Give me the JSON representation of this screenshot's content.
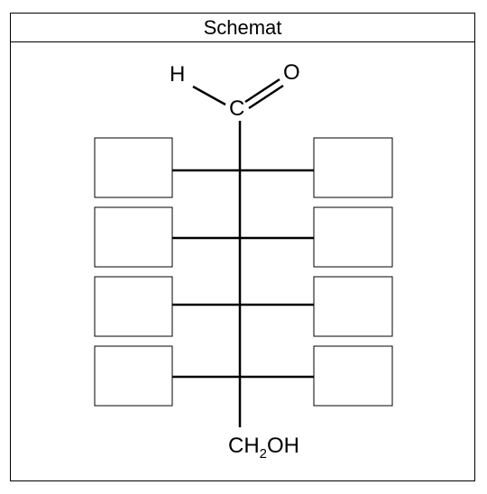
{
  "header": {
    "title": "Schemat"
  },
  "molecule": {
    "top_h": "H",
    "top_c": "C",
    "top_o": "O",
    "bottom_ch": "CH",
    "bottom_sub": "2",
    "bottom_oh": "OH"
  },
  "boxes": {
    "left": [
      "",
      "",
      "",
      ""
    ],
    "right": [
      "",
      "",
      "",
      ""
    ]
  }
}
